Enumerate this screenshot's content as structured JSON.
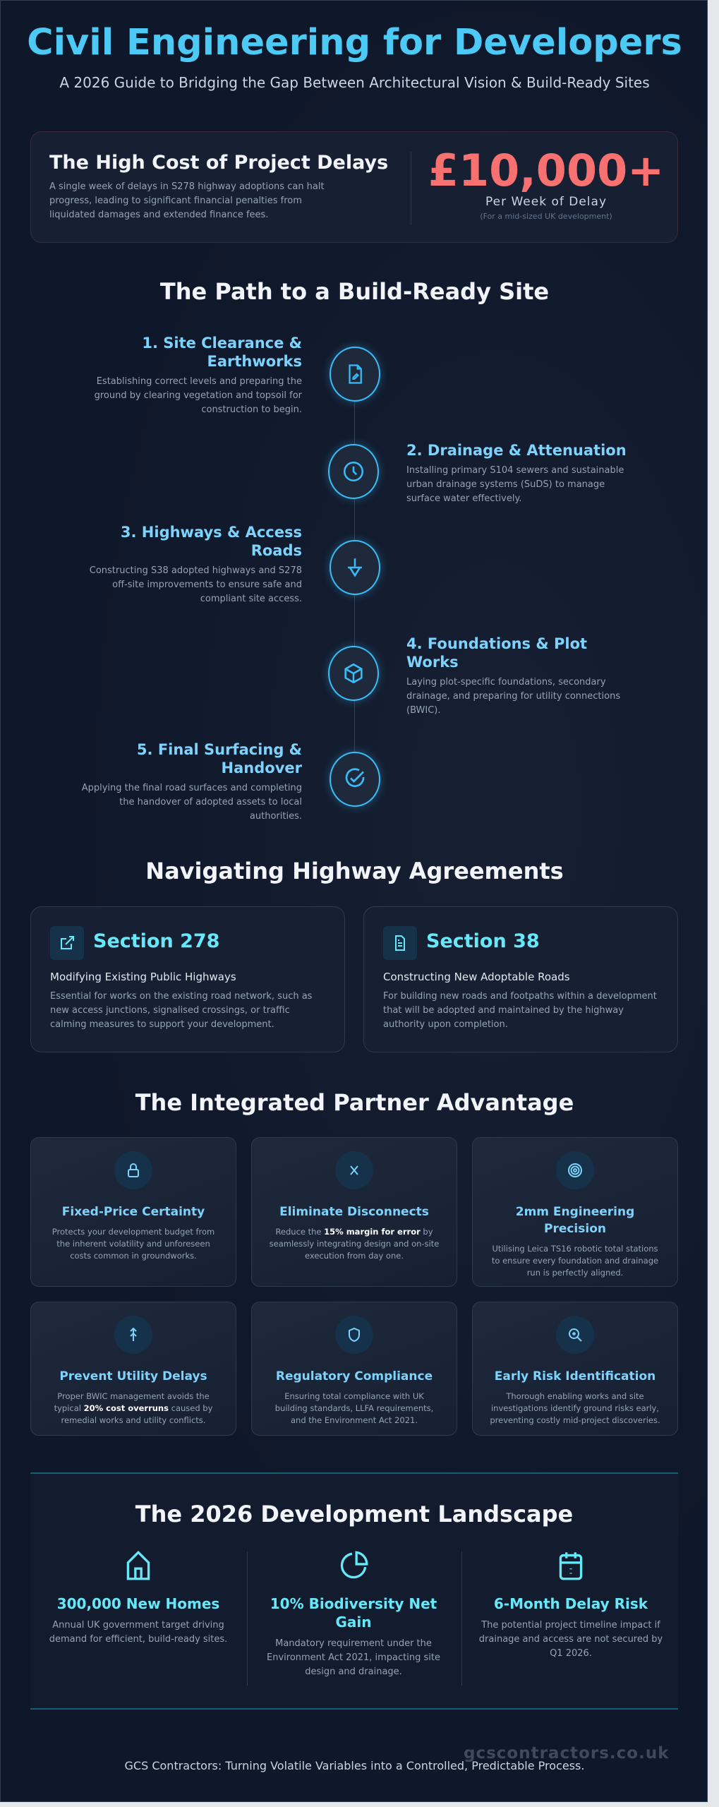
{
  "header": {
    "title": "Civil Engineering for Developers",
    "subtitle": "A 2026 Guide to Bridging the Gap Between Architectural Vision & Build-Ready Sites"
  },
  "cost": {
    "title": "The High Cost of Project Delays",
    "body": "A single week of delays in S278 highway adoptions can halt progress, leading to significant financial penalties from liquidated damages and extended finance fees.",
    "value": "£10,000+",
    "unit": "Per Week of Delay",
    "note": "(For a mid-sized UK development)"
  },
  "path": {
    "title": "The Path to a Build-Ready Site",
    "steps": [
      {
        "title": "1. Site Clearance & Earthworks",
        "body": "Establishing correct levels and preparing the ground by clearing vegetation and topsoil for construction to begin.",
        "icon": "file-edit-icon"
      },
      {
        "title": "2. Drainage & Attenuation",
        "body": "Installing primary S104 sewers and sustainable urban drainage systems (SuDS) to manage surface water effectively.",
        "icon": "clock-icon"
      },
      {
        "title": "3. Highways & Access Roads",
        "body": "Constructing S38 adopted highways and S278 off-site improvements to ensure safe and compliant site access.",
        "icon": "buoy-icon"
      },
      {
        "title": "4. Foundations & Plot Works",
        "body": "Laying plot-specific foundations, secondary drainage, and preparing for utility connections (BWIC).",
        "icon": "cube-icon"
      },
      {
        "title": "5. Final Surfacing & Handover",
        "body": "Applying the final road surfaces and completing the handover of adopted assets to local authorities.",
        "icon": "check-circle-icon"
      }
    ]
  },
  "highway": {
    "title": "Navigating Highway Agreements",
    "cards": [
      {
        "title": "Section 278",
        "subtitle": "Modifying Existing Public Highways",
        "body": "Essential for works on the existing road network, such as new access junctions, signalised crossings, or traffic calming measures to support your development.",
        "icon": "external-link-icon"
      },
      {
        "title": "Section 38",
        "subtitle": "Constructing New Adoptable Roads",
        "body": "For building new roads and footpaths within a development that will be adopted and maintained by the highway authority upon completion.",
        "icon": "document-icon"
      }
    ]
  },
  "advantage": {
    "title": "The Integrated Partner Advantage",
    "cards": [
      {
        "title": "Fixed-Price Certainty",
        "body": "Protects your development budget from the inherent volatility and unforeseen costs common in groundworks.",
        "icon": "lock-icon"
      },
      {
        "title": "Eliminate Disconnects",
        "pre": "Reduce the ",
        "bold": "15% margin for error",
        "post": " by seamlessly integrating design and on-site execution from day one.",
        "icon": "x-icon"
      },
      {
        "title": "2mm Engineering Precision",
        "body": "Utilising Leica TS16 robotic total stations to ensure every foundation and drainage run is perfectly aligned.",
        "icon": "target-icon"
      },
      {
        "title": "Prevent Utility Delays",
        "pre": "Proper BWIC management avoids the typical ",
        "bold": "20% cost overruns",
        "post": " caused by remedial works and utility conflicts.",
        "icon": "arrow-up-icon"
      },
      {
        "title": "Regulatory Compliance",
        "body": "Ensuring total compliance with UK building standards, LLFA requirements, and the Environment Act 2021.",
        "icon": "shield-icon"
      },
      {
        "title": "Early Risk Identification",
        "body": "Thorough enabling works and site investigations identify ground risks early, preventing costly mid-project discoveries.",
        "icon": "zoom-in-icon"
      }
    ]
  },
  "landscape": {
    "title": "The 2026 Development Landscape",
    "stats": [
      {
        "title": "300,000 New Homes",
        "body": "Annual UK government target driving demand for efficient, build-ready sites.",
        "icon": "home-icon"
      },
      {
        "title": "10% Biodiversity Net Gain",
        "body": "Mandatory requirement under the Environment Act 2021, impacting site design and drainage.",
        "icon": "pie-chart-icon"
      },
      {
        "title": "6-Month Delay Risk",
        "body": "The potential project timeline impact if drainage and access are not secured by Q1 2026.",
        "icon": "calendar-icon"
      }
    ]
  },
  "footer": {
    "tagline": "GCS Contractors: Turning Volatile Variables into a Controlled, Predictable Process.",
    "watermark": "gcscontractors.co.uk"
  },
  "colors": {
    "accent": "#38bdf8",
    "cyan": "#67e8f9",
    "alert": "#f87171",
    "background": "#0f172a"
  }
}
